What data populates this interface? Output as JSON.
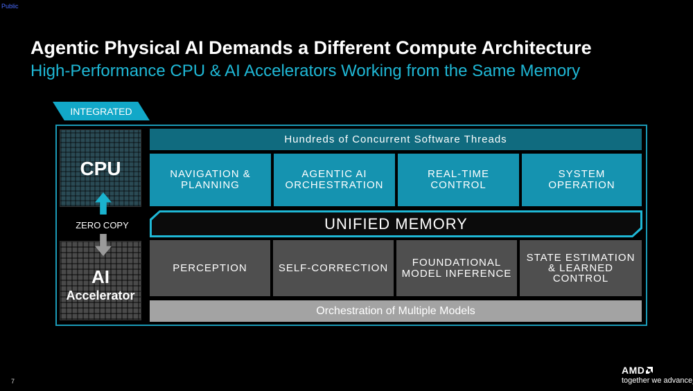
{
  "header": {
    "classification": "Public",
    "title": "Agentic Physical AI Demands a Different Compute Architecture",
    "subtitle": "High-Performance CPU & AI Accelerators Working from the Same Memory"
  },
  "diagram": {
    "tag": "INTEGRATED",
    "cpu_label": "CPU",
    "ai_label": "AI",
    "ai_sublabel": "Accelerator",
    "zero_copy": "ZERO COPY",
    "threads_header": "Hundreds of Concurrent Software Threads",
    "cpu_tasks": [
      "NAVIGATION & PLANNING",
      "AGENTIC AI ORCHESTRATION",
      "REAL-TIME CONTROL",
      "SYSTEM OPERATION"
    ],
    "memory_label": "UNIFIED MEMORY",
    "ai_tasks": [
      "PERCEPTION",
      "SELF-CORRECTION",
      "FOUNDATIONAL MODEL INFERENCE",
      "STATE ESTIMATION & LEARNED CONTROL"
    ],
    "models_footer": "Orchestration of Multiple Models"
  },
  "footer": {
    "page_number": "7",
    "brand": "AMD",
    "tagline": "together we advance_"
  },
  "colors": {
    "accent_teal": "#1fb8d6",
    "teal_box": "#1593b0",
    "dark_teal": "#106b7f",
    "gray_box": "#4f4f4f",
    "light_gray": "#a3a3a3"
  }
}
